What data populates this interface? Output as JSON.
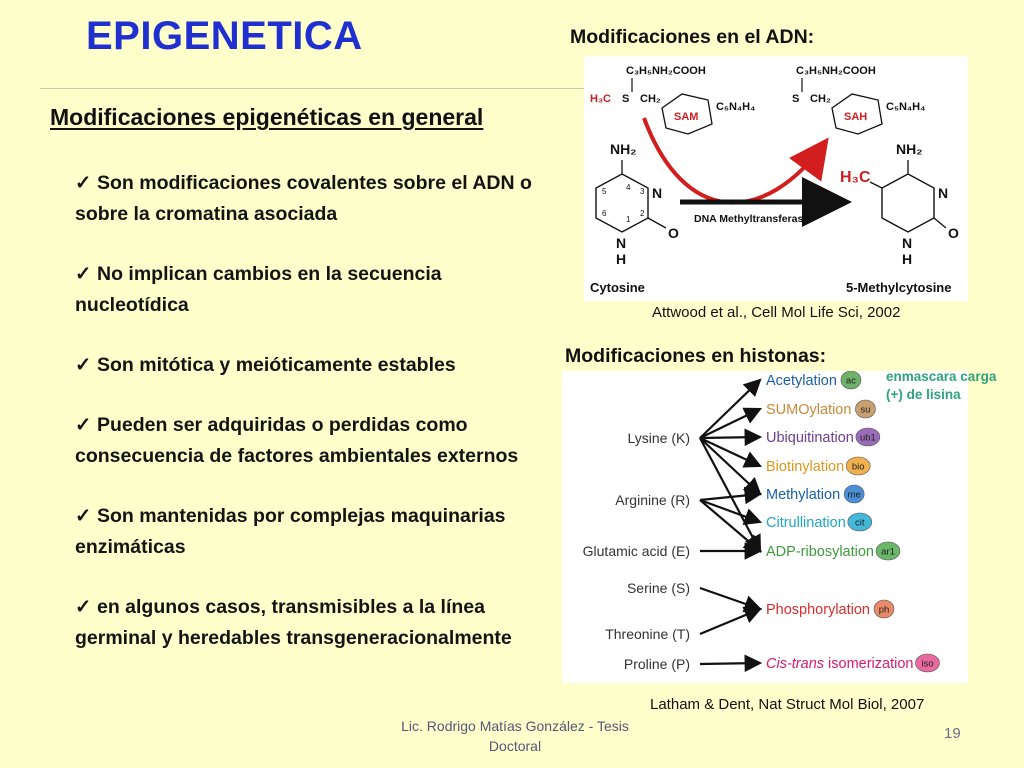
{
  "slide": {
    "title": "EPIGENETICA",
    "general_heading": "Modificaciones epigenéticas en general",
    "bullets": [
      "Son modificaciones covalentes sobre el ADN o sobre la cromatina asociada",
      "No implican cambios en la secuencia nucleotídica",
      "Son mitótica y meióticamente estables",
      "Pueden ser adquiridas o perdidas como consecuencia de factores ambientales externos",
      "Son mantenidas por complejas maquinarias enzimáticas",
      "en algunos casos, transmisibles a la línea germinal y heredables transgeneracionalmente"
    ],
    "check_glyph": "✓",
    "footer": "Lic. Rodrigo Matías González - Tesis Doctoral",
    "page_number": "19"
  },
  "dna": {
    "heading": "Modificaciones en el ADN:",
    "citation": "Attwood et al., Cell Mol Life Sci, 2002",
    "figure": {
      "sam_chain": "C₃H₅NH₂COOH",
      "sah_chain": "C₃H₅NH₂COOH",
      "h3c_left": "H₃C",
      "s_label": "S",
      "ch2": "CH₂",
      "c5n4h4": "C₅N₄H₄",
      "sam": "SAM",
      "sah": "SAH",
      "nh2": "NH₂",
      "n": "N",
      "h": "H",
      "o": "O",
      "h3c_methyl": "H₃C",
      "enzyme": "DNA Methyltransferase",
      "left_name": "Cytosine",
      "right_name": "5-Methylcytosine",
      "ring_numbers": [
        "4",
        "5",
        "6",
        "1",
        "2",
        "3"
      ]
    }
  },
  "histones": {
    "heading": "Modificaciones en histonas:",
    "note_line1": "enmascara carga",
    "note_line2": "(+) de lisina",
    "citation": "Latham & Dent, Nat Struct Mol Biol, 2007",
    "residues": [
      "Lysine (K)",
      "Arginine (R)",
      "Glutamic acid (E)",
      "Serine (S)",
      "Threonine (T)",
      "Proline (P)"
    ],
    "modifications": [
      {
        "label": "Acetylation",
        "badge": "ac",
        "color": "#1A5FA8",
        "badge_color": "#6FB06A"
      },
      {
        "label": "SUMOylation",
        "badge": "su",
        "color": "#C9893A",
        "badge_color": "#C9A070"
      },
      {
        "label": "Ubiquitination",
        "badge": "ub1",
        "color": "#6B3D8E",
        "badge_color": "#9A6BB8"
      },
      {
        "label": "Biotinylation",
        "badge": "bio",
        "color": "#E0961E",
        "badge_color": "#F0B050"
      },
      {
        "label": "Methylation",
        "badge": "me",
        "color": "#1A5FA8",
        "badge_color": "#4C8FD6"
      },
      {
        "label": "Citrullination",
        "badge": "cit",
        "color": "#1FA6C8",
        "badge_color": "#44B8D8"
      },
      {
        "label": "ADP-ribosylation",
        "badge": "ar1",
        "color": "#3E9A3E",
        "badge_color": "#6BB86B"
      },
      {
        "label": "Phosphorylation",
        "badge": "ph",
        "color": "#D92D2D",
        "badge_color": "#E88A6A"
      },
      {
        "label_italic": "Cis-trans",
        "label_rest": " isomerization",
        "badge": "iso",
        "color": "#D91A6E",
        "badge_color": "#E86A9E"
      }
    ]
  }
}
